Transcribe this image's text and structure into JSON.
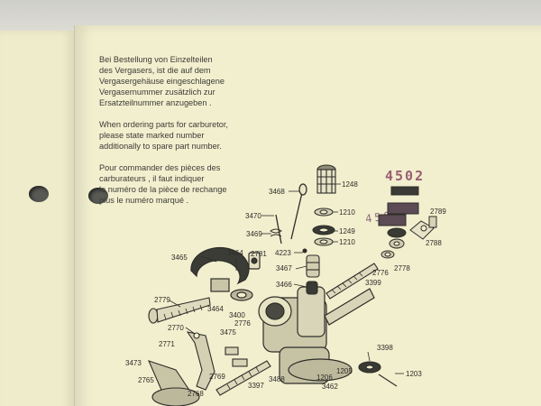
{
  "text": {
    "german": "Bei Bestellung von Einzelteilen\ndes Vergasers, ist die auf dem\nVergasergehäuse eingeschlagene\nVergasernummer zusätzlich zur\nErsatzteilnummer anzugeben .",
    "english": "When ordering parts for carburetor,\nplease state marked number\nadditionally to spare part number.",
    "french": "Pour commander des pièces des\ncarburateurs , il faut indiquer\nle numéro de la pièce de rechange\nplus le numéro marqué ."
  },
  "stamps": {
    "main": "4502",
    "side": "4501"
  },
  "callouts": [
    {
      "id": "c-3468",
      "text": "3468"
    },
    {
      "id": "c-1248",
      "text": "1248"
    },
    {
      "id": "c-3470",
      "text": "3470"
    },
    {
      "id": "c-1210a",
      "text": "1210"
    },
    {
      "id": "c-3469",
      "text": "3469"
    },
    {
      "id": "c-1249",
      "text": "1249"
    },
    {
      "id": "c-1210b",
      "text": "1210"
    },
    {
      "id": "c-4223",
      "text": "4223"
    },
    {
      "id": "c-2789",
      "text": "2789"
    },
    {
      "id": "c-2788",
      "text": "2788"
    },
    {
      "id": "c-3465",
      "text": "3465"
    },
    {
      "id": "c-3464a",
      "text": "3464"
    },
    {
      "id": "c-2781",
      "text": "2781"
    },
    {
      "id": "c-3467",
      "text": "3467"
    },
    {
      "id": "c-2776a",
      "text": "2776"
    },
    {
      "id": "c-2778",
      "text": "2778"
    },
    {
      "id": "c-3466",
      "text": "3466"
    },
    {
      "id": "c-3399",
      "text": "3399"
    },
    {
      "id": "c-2779",
      "text": "2779"
    },
    {
      "id": "c-3464b",
      "text": "3464"
    },
    {
      "id": "c-3400",
      "text": "3400"
    },
    {
      "id": "c-2770",
      "text": "2770"
    },
    {
      "id": "c-3475",
      "text": "3475"
    },
    {
      "id": "c-2776b",
      "text": "2776"
    },
    {
      "id": "c-2771",
      "text": "2771"
    },
    {
      "id": "c-3398",
      "text": "3398"
    },
    {
      "id": "c-3473",
      "text": "3473"
    },
    {
      "id": "c-2769",
      "text": "2769"
    },
    {
      "id": "c-3488",
      "text": "3488"
    },
    {
      "id": "c-1206",
      "text": "1206"
    },
    {
      "id": "c-1205",
      "text": "1205"
    },
    {
      "id": "c-1203",
      "text": "1203"
    },
    {
      "id": "c-2765",
      "text": "2765"
    },
    {
      "id": "c-3397",
      "text": "3397"
    },
    {
      "id": "c-3462",
      "text": "3462"
    },
    {
      "id": "c-2768",
      "text": "2768"
    }
  ]
}
